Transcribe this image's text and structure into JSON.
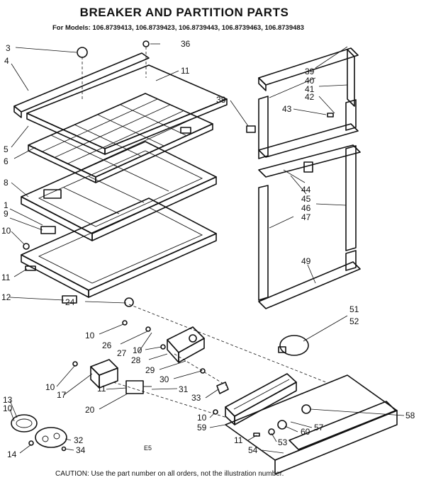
{
  "header": {
    "title": "BREAKER AND PARTITION PARTS",
    "models": "For Models: 106.8739413, 106.8739423, 106.8739443, 106.8739463, 106.8739483"
  },
  "footer": {
    "caution": "CAUTION: Use the part number on all orders, not the illustration number.",
    "code": "E5"
  },
  "callouts": [
    "3",
    "36",
    "4",
    "11",
    "39",
    "40",
    "41",
    "42",
    "38",
    "43",
    "5",
    "6",
    "8",
    "1",
    "9",
    "10",
    "44",
    "45",
    "46",
    "47",
    "11",
    "49",
    "12",
    "51",
    "52",
    "24",
    "10",
    "26",
    "27",
    "10",
    "28",
    "29",
    "30",
    "31",
    "10",
    "17",
    "11",
    "20",
    "33",
    "13",
    "10",
    "58",
    "10",
    "59",
    "60",
    "57",
    "32",
    "53",
    "11",
    "14",
    "34",
    "54"
  ]
}
